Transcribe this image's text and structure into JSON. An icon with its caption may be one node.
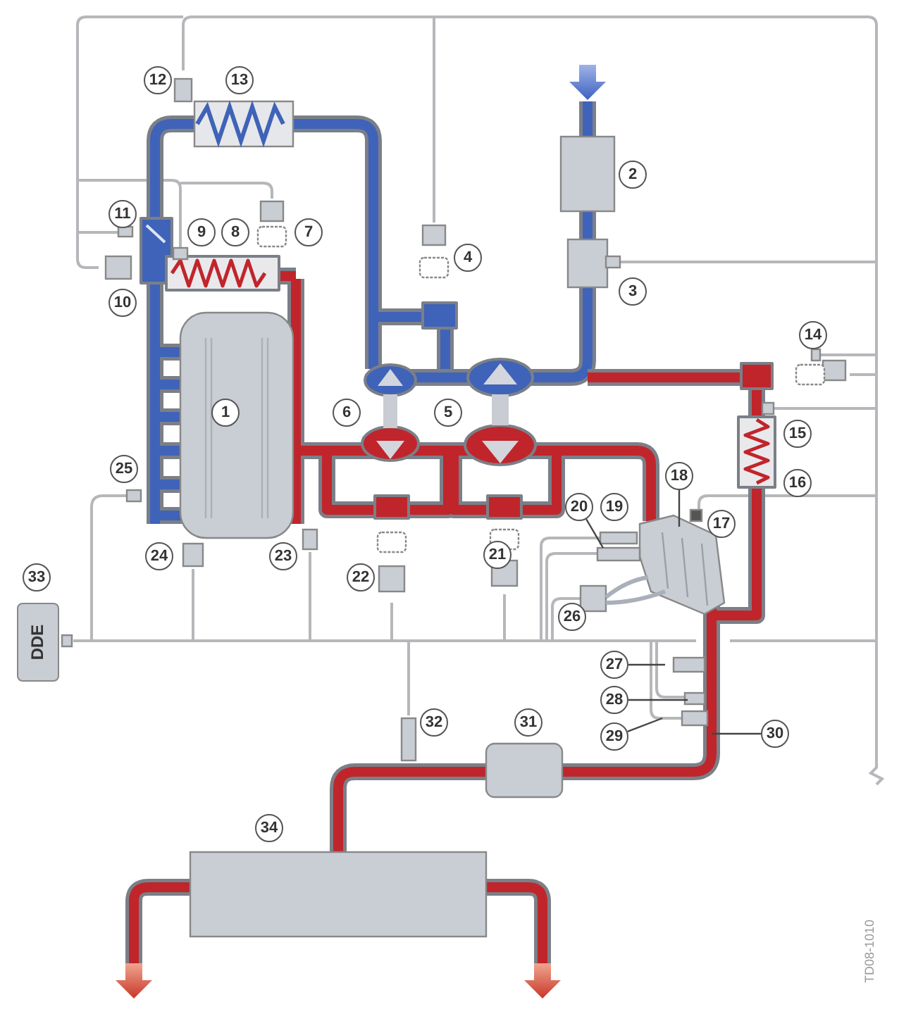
{
  "diagram": {
    "nodes": [
      {
        "text": [
          "DDE"
        ]
      },
      {
        "text": [
          "12"
        ]
      },
      {
        "text": [
          "13"
        ]
      },
      {
        "text": [
          "2"
        ]
      },
      {
        "text": [
          "11"
        ]
      },
      {
        "text": [
          "9"
        ]
      },
      {
        "text": [
          "8"
        ]
      },
      {
        "text": [
          "7"
        ]
      },
      {
        "text": [
          "4"
        ]
      },
      {
        "text": [
          "3"
        ]
      },
      {
        "text": [
          "10"
        ]
      },
      {
        "text": [
          "14"
        ]
      },
      {
        "text": [
          "1"
        ]
      },
      {
        "text": [
          "6"
        ]
      },
      {
        "text": [
          "5"
        ]
      },
      {
        "text": [
          "15"
        ]
      },
      {
        "text": [
          "25"
        ]
      },
      {
        "text": [
          "18"
        ]
      },
      {
        "text": [
          "16"
        ]
      },
      {
        "text": [
          "20"
        ]
      },
      {
        "text": [
          "19"
        ]
      },
      {
        "text": [
          "17"
        ]
      },
      {
        "text": [
          "24"
        ]
      },
      {
        "text": [
          "23"
        ]
      },
      {
        "text": [
          "21"
        ]
      },
      {
        "text": [
          "33"
        ]
      },
      {
        "text": [
          "22"
        ]
      },
      {
        "text": [
          "26"
        ]
      },
      {
        "text": [
          "27"
        ]
      },
      {
        "text": [
          "28"
        ]
      },
      {
        "text": [
          "32"
        ]
      },
      {
        "text": [
          "31"
        ]
      },
      {
        "text": [
          "29"
        ]
      },
      {
        "text": [
          "30"
        ]
      },
      {
        "text": [
          "34"
        ]
      }
    ],
    "edges": [
      {
        "from": 17,
        "to": null,
        "arrow": "none"
      },
      {
        "from": 19,
        "to": null,
        "arrow": "none"
      },
      {
        "from": 28,
        "to": null,
        "arrow": "none"
      },
      {
        "from": 29,
        "to": null,
        "arrow": "none"
      },
      {
        "from": 32,
        "to": null,
        "arrow": "none"
      },
      {
        "from": 33,
        "to": null,
        "arrow": "none"
      }
    ],
    "labels": [
      "TD08-1010"
    ]
  }
}
